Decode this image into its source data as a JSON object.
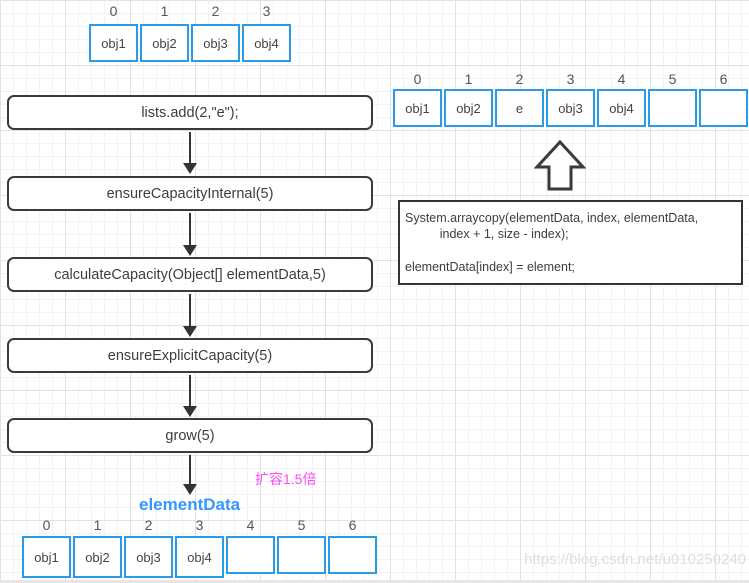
{
  "colors": {
    "array_border": "#2b9be8",
    "box_border": "#3a3a3a",
    "arrow": "#333333",
    "element_data_label": "#3399ff",
    "expand_note": "#ff4df2",
    "watermark": "#dddde1"
  },
  "top_left_array": {
    "indices": [
      "0",
      "1",
      "2",
      "3"
    ],
    "cells": [
      "obj1",
      "obj2",
      "obj3",
      "obj4"
    ]
  },
  "flowchart": {
    "steps": [
      {
        "label": "lists.add(2,\"e\");"
      },
      {
        "label": "ensureCapacityInternal(5)"
      },
      {
        "label": "calculateCapacity(Object[] elementData,5)"
      },
      {
        "label": "ensureExplicitCapacity(5)"
      },
      {
        "label": "grow(5)"
      }
    ]
  },
  "expand_note": "扩容1.5倍",
  "element_data_label": "elementData",
  "bottom_array": {
    "indices": [
      "0",
      "1",
      "2",
      "3",
      "4",
      "5",
      "6"
    ],
    "cells": [
      "obj1",
      "obj2",
      "obj3",
      "obj4",
      "",
      "",
      ""
    ]
  },
  "top_right_array": {
    "indices": [
      "0",
      "1",
      "2",
      "3",
      "4",
      "5",
      "6"
    ],
    "cells": [
      "obj1",
      "obj2",
      "e",
      "obj3",
      "obj4",
      "",
      ""
    ]
  },
  "code_box": {
    "text": "System.arraycopy(elementData, index, elementData,\n          index + 1, size - index);\n\nelementData[index] = element;"
  },
  "icons": {
    "up_arrow": "block-arrow-up"
  },
  "watermark": "https://blog.csdn.net/u010250240"
}
